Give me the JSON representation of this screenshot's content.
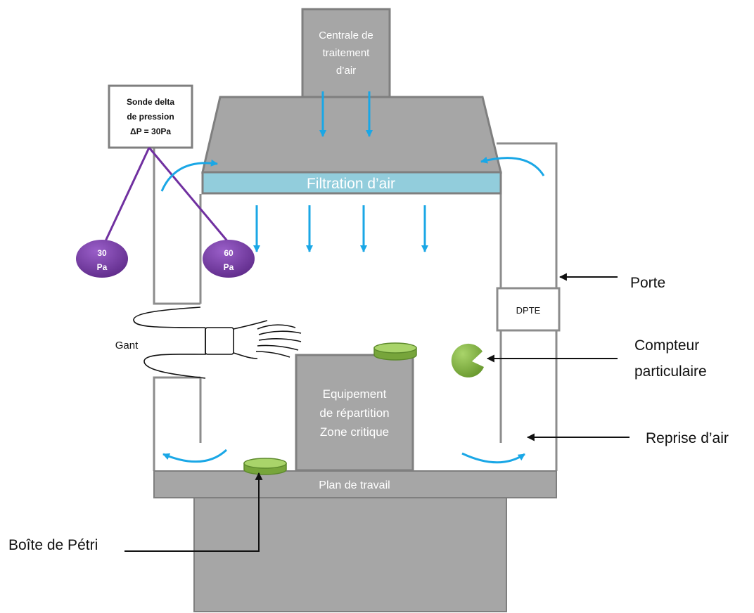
{
  "air_handler": {
    "lines": [
      "Centrale de",
      "traitement",
      "d’air"
    ]
  },
  "filtration": {
    "label": "Filtration d’air"
  },
  "pressure_probe": {
    "lines": [
      "Sonde delta",
      "de pression",
      "ΔP = 30Pa"
    ]
  },
  "pressure_left": {
    "value": "30",
    "unit": "Pa"
  },
  "pressure_right": {
    "value": "60",
    "unit": "Pa"
  },
  "dpte": {
    "label": "DPTE"
  },
  "glove": {
    "label": "Gant"
  },
  "equipment": {
    "lines": [
      "Equipement",
      "de répartition",
      "Zone critique"
    ]
  },
  "workbench": {
    "label": "Plan de travail"
  },
  "callouts": {
    "door": "Porte",
    "counter_line1": "Compteur",
    "counter_line2": "particulaire",
    "air_return": "Reprise d’air",
    "petri": "Boîte de Pétri"
  },
  "colors": {
    "gray_fill": "#a6a6a6",
    "gray_stroke": "#7f7f7f",
    "filter_fill": "#92cddc",
    "arrow_blue": "#1aa7e6",
    "purple": "#7030a0",
    "green": "#77a53b"
  }
}
